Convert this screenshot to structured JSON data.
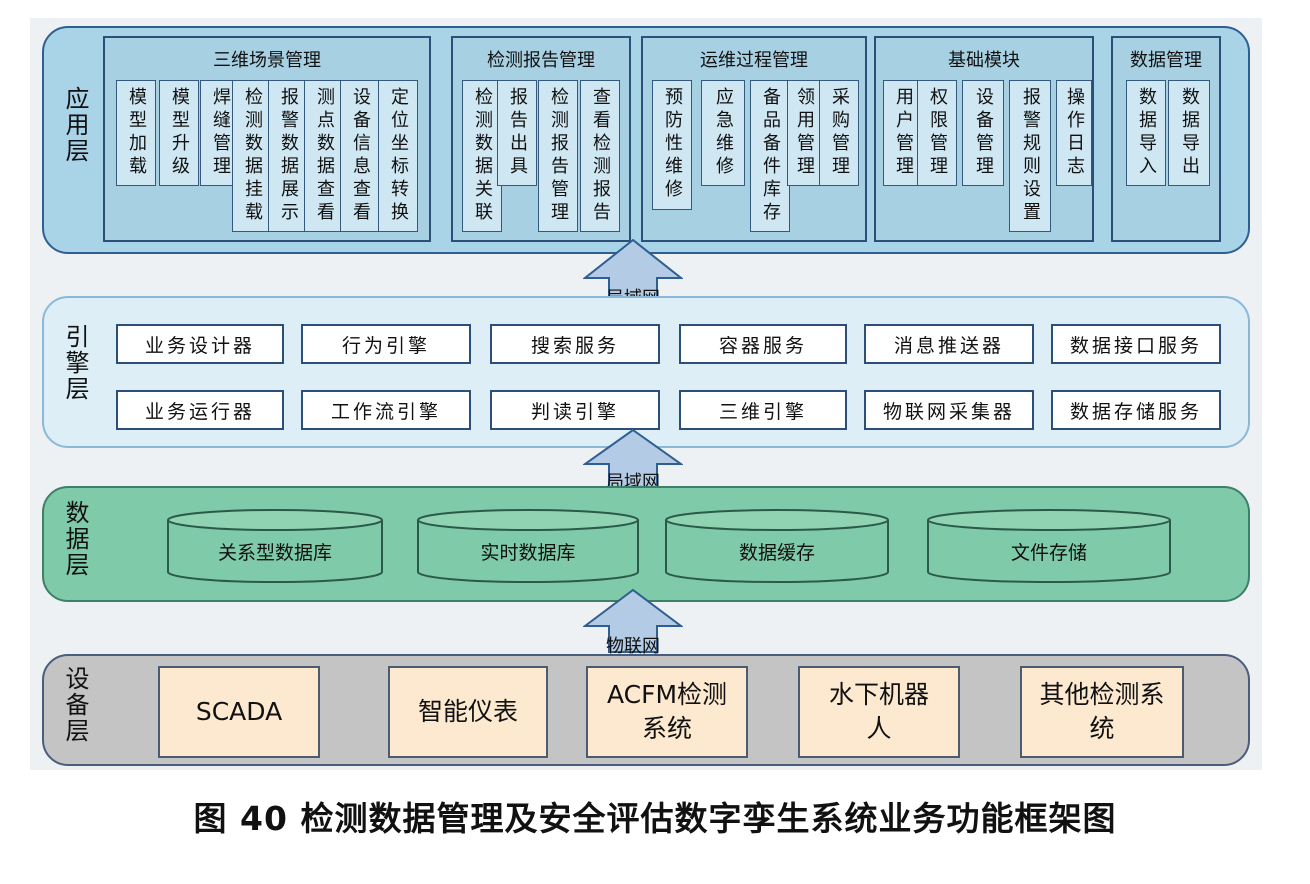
{
  "application_layer": {
    "label": "应用层",
    "groups": [
      {
        "title": "三维场景管理",
        "items": [
          "模型加载",
          "模型升级",
          "焊缝管理",
          "检测数据挂载",
          "报警数据展示",
          "测点数据查看",
          "设备信息查看",
          "定位坐标转换"
        ]
      },
      {
        "title": "检测报告管理",
        "items": [
          "检测数据关联",
          "报告出具",
          "检测报告管理",
          "查看检测报告"
        ]
      },
      {
        "title": "运维过程管理",
        "items": [
          "预防性维修",
          "应急维修",
          "备品备件库存",
          "领用管理",
          "采购管理"
        ]
      },
      {
        "title": "基础模块",
        "items": [
          "用户管理",
          "权限管理",
          "设备管理",
          "报警规则设置",
          "操作日志"
        ]
      },
      {
        "title": "数据管理",
        "items": [
          "数据导入",
          "数据导出"
        ]
      }
    ]
  },
  "arrows": [
    "局域网",
    "局域网",
    "物联网"
  ],
  "engine_layer": {
    "label": "引擎层",
    "row1": [
      "业务设计器",
      "行为引擎",
      "搜索服务",
      "容器服务",
      "消息推送器",
      "数据接口服务"
    ],
    "row2": [
      "业务运行器",
      "工作流引擎",
      "判读引擎",
      "三维引擎",
      "物联网采集器",
      "数据存储服务"
    ]
  },
  "data_layer": {
    "label": "数据层",
    "stores": [
      "关系型数据库",
      "实时数据库",
      "数据缓存",
      "文件存储"
    ]
  },
  "device_layer": {
    "label": "设备层",
    "devices": [
      "SCADA",
      "智能仪表",
      "ACFM检测系统",
      "水下机器人",
      "其他检测系统"
    ]
  },
  "caption": "图 40 检测数据管理及安全评估数字孪生系统业务功能框架图",
  "colors": {
    "app_bg": "#a9d3e6",
    "engine_bg": "#ddeef7",
    "data_bg": "#7fcaa8",
    "device_bg": "#c4c4c4",
    "device_box": "#fce9d0"
  }
}
